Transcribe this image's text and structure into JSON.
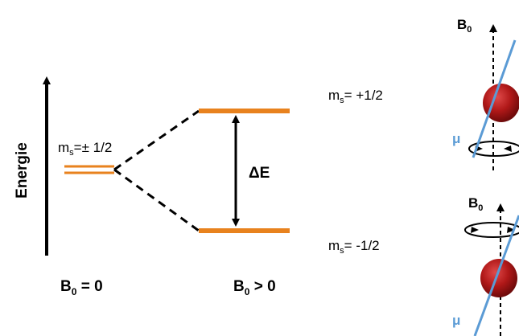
{
  "axis": {
    "energy_label": "Energie"
  },
  "levels": {
    "degenerate": {
      "label_main": "m",
      "label_sub": "s",
      "label_tail": "=± 1/2"
    },
    "upper": {
      "label_main": "m",
      "label_sub": "s",
      "label_tail": "=  +1/2"
    },
    "lower": {
      "label_main": "m",
      "label_sub": "s",
      "label_tail": "=  -1/2"
    },
    "gap_label": "ΔE"
  },
  "conditions": {
    "zero_field": {
      "main": "B",
      "sub": "0",
      "tail": " = 0"
    },
    "with_field": {
      "main": "B",
      "sub": "0",
      "tail": " > 0"
    }
  },
  "spin_top": {
    "field_main": "B",
    "field_sub": "0",
    "moment": "μ"
  },
  "spin_bottom": {
    "field_main": "B",
    "field_sub": "0",
    "moment": "μ"
  },
  "colors": {
    "level": "#E8821E",
    "sphere": "#B01818",
    "sphere_highlight": "#E04A4A",
    "moment": "#5B9BD5",
    "ink": "#000000"
  }
}
